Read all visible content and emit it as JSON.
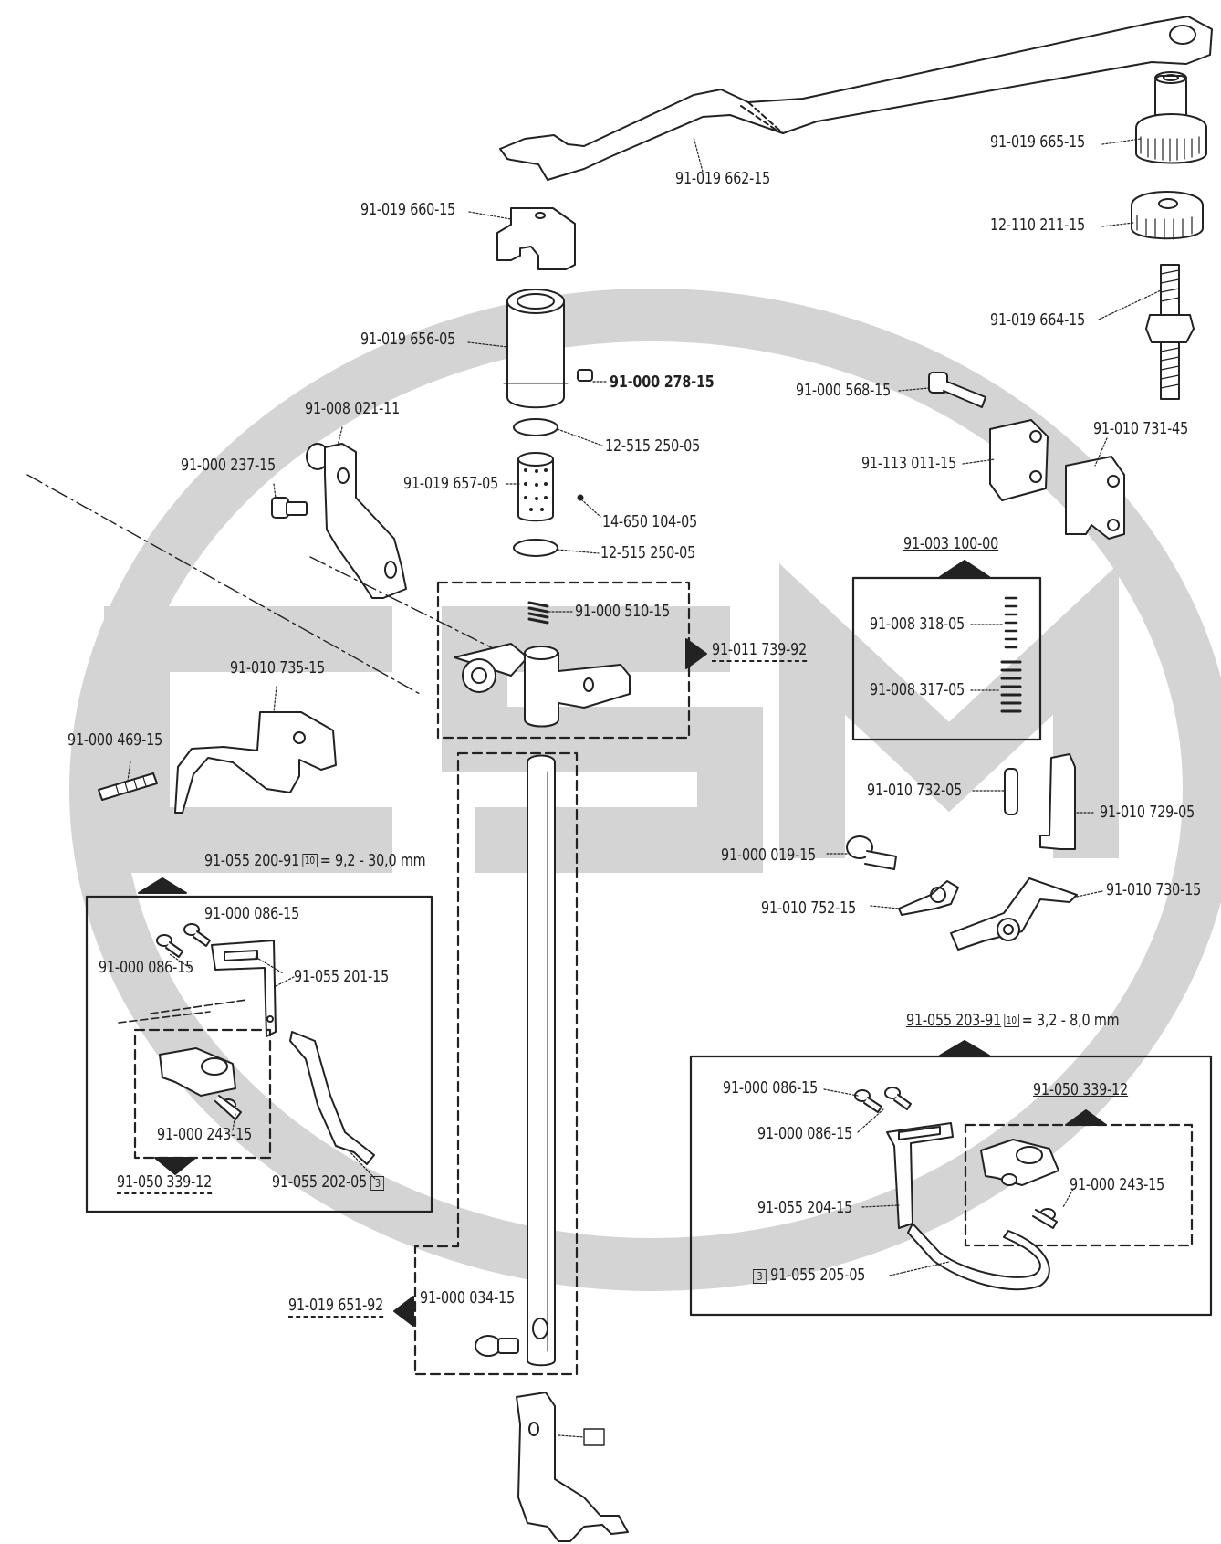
{
  "watermark": {
    "text": "CSM",
    "color": "#d4d4d4"
  },
  "colors": {
    "ink": "#222222",
    "paper": "#ffffff"
  },
  "part_labels": {
    "wrench": "91-019 662-15",
    "knurled_nut_top": "91-019 665-15",
    "knurled_nut": "12-110 211-15",
    "stud_screw": "91-019 664-15",
    "bracket_clip": "91-019 660-15",
    "bushing": "91-019 656-05",
    "set_screw_small": "91-000 278-15",
    "ring_upper": "12-515 250-05",
    "felt_sleeve": "91-019 657-05",
    "ball": "14-650 104-05",
    "ring_lower": "12-515 250-05",
    "lever_arm": "91-008 021-11",
    "arm_screw": "91-000 237-15",
    "spring_small": "91-000 510-15",
    "presser_assembly": "91-011 739-92",
    "lifting_lever": "91-010 735-15",
    "threaded_pin": "91-000 469-15",
    "screw_568": "91-000 568-15",
    "plate_113": "91-113 011-15",
    "bracket_731": "91-010 731-45",
    "spring_kit": "91-003 100-00",
    "spring_318": "91-008 318-05",
    "spring_317": "91-008 317-05",
    "pin_732": "91-010 732-05",
    "blade_729": "91-010 729-05",
    "screw_019": "91-000 019-15",
    "latch_752": "91-010 752-15",
    "lever_730": "91-010 730-15",
    "presser_bar": "91-019 651-92",
    "bar_screw": "91-000 034-15"
  },
  "left_kit": {
    "part": "91-055 200-91",
    "code": "10",
    "range": "= 9,2 - 30,0 mm",
    "screw_a": "91-000 086-15",
    "screw_b": "91-000 086-15",
    "guide_bracket": "91-055 201-15",
    "clamp_screw": "91-000 243-15",
    "clamp_part": "91-050 339-12",
    "guide_blade": "91-055 202-05",
    "guide_blade_code": "3"
  },
  "right_kit": {
    "part": "91-055 203-91",
    "code": "10",
    "range": "= 3,2 - 8,0 mm",
    "screw_a": "91-000 086-15",
    "screw_b": "91-000 086-15",
    "clamp_part": "91-050 339-12",
    "clamp_screw": "91-000 243-15",
    "guide_bracket": "91-055 204-15",
    "guide_blade": "91-055 205-05",
    "guide_blade_code": "3"
  }
}
